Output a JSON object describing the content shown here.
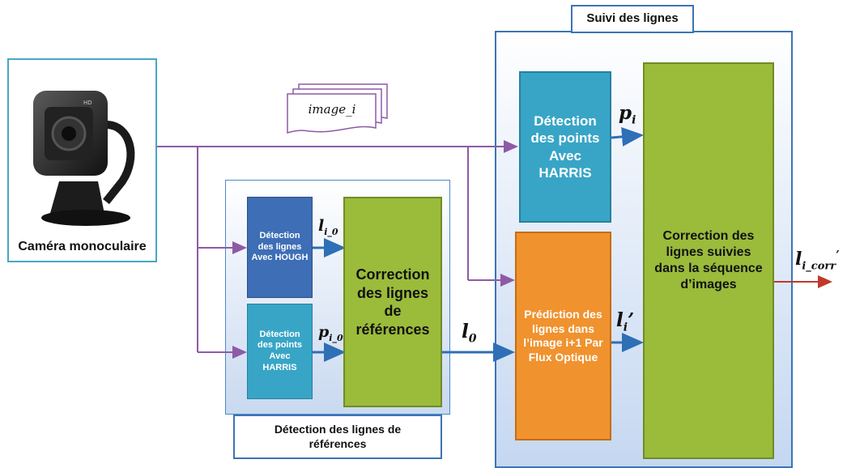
{
  "camera": {
    "label": "Caméra monoculaire"
  },
  "image_stack": {
    "label": "image_i"
  },
  "reference_group": {
    "caption": "Détection des lignes de références",
    "hough_box": "Détection des lignes Avec HOUGH",
    "harris_box": "Détection des points Avec HARRIS",
    "correction_box": "Correction des lignes de références"
  },
  "tracking_group": {
    "title": "Suivi des lignes",
    "harris_box": "Détection des points Avec HARRIS",
    "prediction_box": "Prédiction des lignes dans l’image i+1 Par Flux Optique",
    "correction_box": "Correction des lignes suivies dans la séquence d’images"
  },
  "symbols": {
    "l_i0": {
      "base": "l",
      "sub": "i_0"
    },
    "p_i0": {
      "base": "p",
      "sub": "i_0"
    },
    "l_0": {
      "base": "l",
      "sub": "0"
    },
    "p_i": {
      "base": "p",
      "sub": "i"
    },
    "l_i_prime": {
      "base": "l",
      "sub": "i",
      "sup": "’"
    },
    "l_i_corr": {
      "base": "l",
      "sub": "i_corr",
      "sup": "’"
    }
  },
  "colors": {
    "group_border": "#3b74b5",
    "purple_line": "#8e5aa6",
    "blue_arrow": "#2e6fb5",
    "red_arrow": "#c0392b",
    "green_box": "#9bbb3b",
    "orange_box": "#f0922e",
    "teal_box": "#38a5c6",
    "navy_box": "#3d6eb6"
  }
}
